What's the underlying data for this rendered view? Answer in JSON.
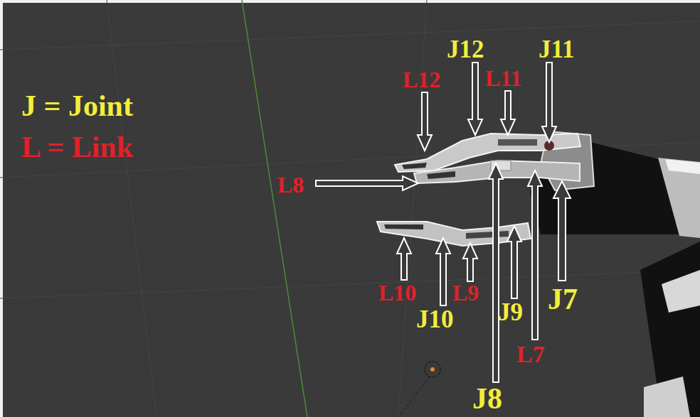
{
  "diagram": {
    "labels": [
      "J = Joint",
      "L = Link",
      "J12",
      "J11",
      "L12",
      "L11",
      "L8",
      "L10",
      "J10",
      "L9",
      "J9",
      "J7",
      "L7",
      "J8"
    ]
  }
}
